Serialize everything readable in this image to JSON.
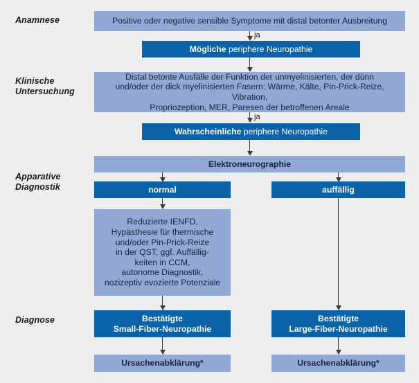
{
  "title": "Diagnostischer Algorithmus periphere Neuropathie",
  "colors": {
    "background": "#eeeeee",
    "light_blue": "#93a9d5",
    "dark_blue": "#0a63a8",
    "connector": "#3a3a3a",
    "dark_text": "#16233f",
    "light_text": "#ffffff"
  },
  "stages": [
    {
      "id": "anamnese",
      "label": "Anamnese"
    },
    {
      "id": "klinische-untersuchung",
      "label": "Klinische\nUntersuchung"
    },
    {
      "id": "apparative-diagnostik",
      "label": "Apparative\nDiagnostik"
    },
    {
      "id": "diagnose",
      "label": "Diagnose"
    }
  ],
  "nodes": {
    "symptome": {
      "text": "Positive oder negative sensible Symptome mit distal betonter Ausbreitung",
      "style": "light"
    },
    "moegliche_neuropathie": {
      "emphasis": "Mögliche",
      "rest": " periphere Neuropathie",
      "style": "dark"
    },
    "klinische_ausfaelle": {
      "text": "Distal betonte Ausfälle der Funktion der unmyelinisierten, der dünn\nund/oder der dick myelinisierten Fasern: Wärme, Kälte, Pin-Prick-Reize, Vibration,\nPropriozeption, MER, Paresen der betroffenen Areale",
      "style": "light"
    },
    "wahrscheinliche_neuropathie": {
      "emphasis": "Wahrscheinliche",
      "rest": " periphere Neuropathie",
      "style": "dark"
    },
    "elektroneurographie": {
      "text": "Elektroneurographie",
      "style": "light"
    },
    "eng_normal": {
      "text": "normal",
      "style": "dark"
    },
    "eng_auffaellig": {
      "text": "auffällig",
      "style": "dark"
    },
    "small_fiber_befunde": {
      "text": "Reduzierte IENFD,\nHypästhesie für thermische\nund/oder Pin-Prick-Reize\nin der QST, ggf. Auffällig-\nkeiten in CCM,\nautonome Diagnostik,\nnozizeptiv evozierte Potenziale",
      "style": "light"
    },
    "diagnose_small_fiber": {
      "text": "Bestätigte\nSmall-Fiber-Neuropathie",
      "style": "dark"
    },
    "diagnose_large_fiber": {
      "text": "Bestätigte\nLarge-Fiber-Neuropathie",
      "style": "dark"
    },
    "ursachenabklaerung_left": {
      "text": "Ursachenabklärung*",
      "style": "light"
    },
    "ursachenabklaerung_right": {
      "text": "Ursachenabklärung*",
      "style": "light"
    }
  },
  "edge_labels": {
    "ja_1": "ja",
    "ja_2": "ja"
  }
}
